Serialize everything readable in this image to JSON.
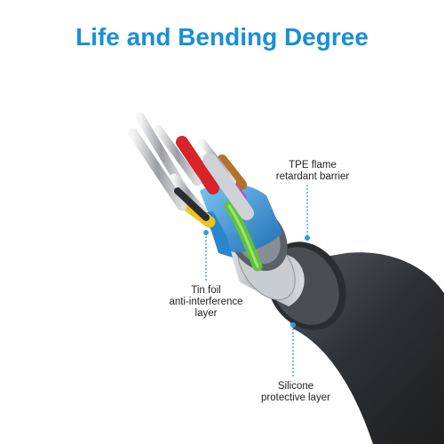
{
  "title": "Life and Bending Degree",
  "labels": {
    "tpe": "TPE flame\nretardant barrier",
    "tin_foil": "Tin foil\nanti-interference\nlayer",
    "silicone": "Silicone\nprotective layer"
  },
  "colors": {
    "title": "#1a8fd6",
    "leader_line": "#2b9fd8",
    "outer_jacket": "#3a3d42",
    "foil": "#b9bdc3",
    "tpe_barrier": "#2f8fd0",
    "wire_red": "#d8232a",
    "wire_green": "#5ec43a",
    "wire_yellow": "#f0c21c",
    "wire_orange": "#e08a2a",
    "wire_purple": "#b04fd0"
  }
}
